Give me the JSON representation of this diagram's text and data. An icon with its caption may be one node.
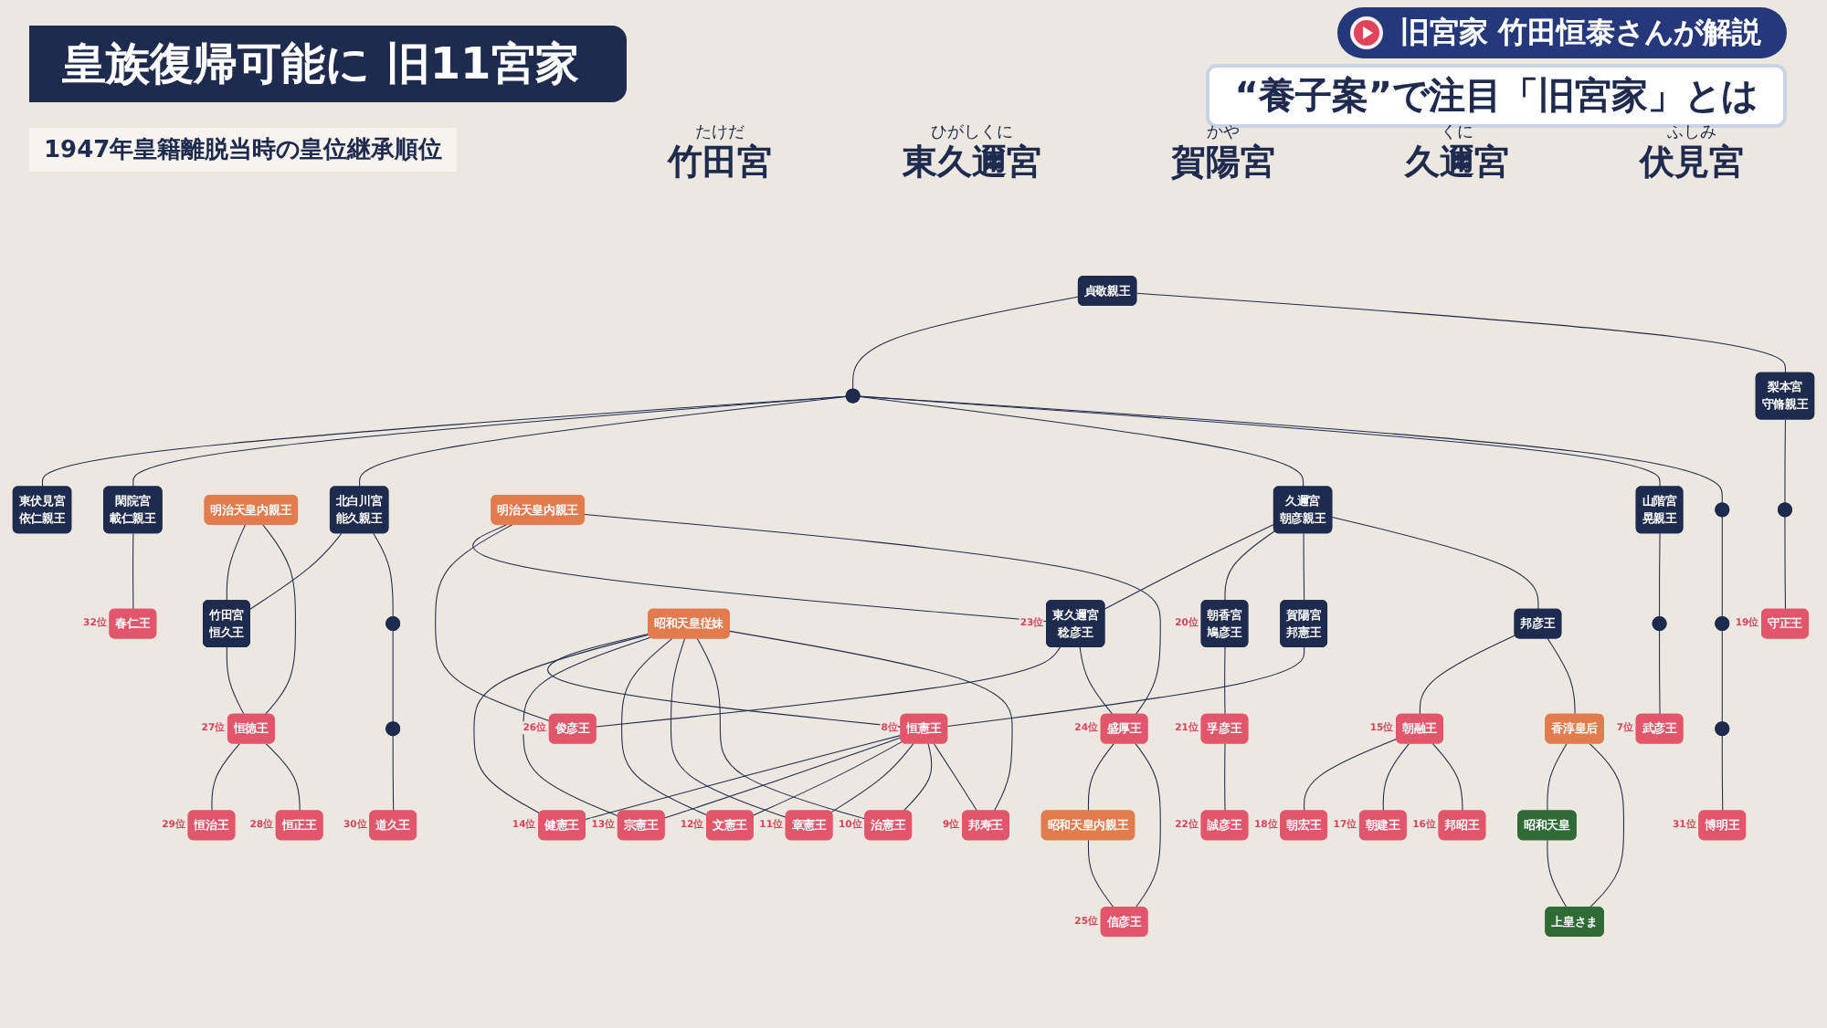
{
  "diagram": {
    "title": "皇族復帰可能に 旧11宮家",
    "nodes": [
      {
        "text": [
          "貞敬親王"
        ]
      },
      {
        "text": [],
        "shape": "circle"
      },
      {
        "text": [
          "梨本宮",
          "守脩親王"
        ]
      },
      {
        "text": [
          "東伏見宮",
          "依仁親王"
        ]
      },
      {
        "text": [
          "閑院宮",
          "載仁親王"
        ]
      },
      {
        "text": [
          "北白川宮",
          "能久親王"
        ]
      },
      {
        "text": [
          "久邇宮",
          "朝彦親王"
        ]
      },
      {
        "text": [
          "山階宮",
          "晃親王"
        ]
      },
      {
        "text": [],
        "shape": "circle"
      },
      {
        "text": [],
        "shape": "circle"
      },
      {
        "text": [
          "守正王"
        ],
        "beside": [
          "19位"
        ]
      },
      {
        "text": [],
        "shape": "circle"
      },
      {
        "text": [],
        "shape": "circle"
      },
      {
        "text": [
          "武彦王"
        ],
        "beside": [
          "7位"
        ]
      },
      {
        "text": [],
        "shape": "circle"
      },
      {
        "text": [
          "東久邇宮",
          "稔彦王"
        ],
        "beside": [
          "23位"
        ]
      },
      {
        "text": [
          "朝香宮",
          "鳩彦王"
        ],
        "beside": [
          "20位"
        ]
      },
      {
        "text": [
          "賀陽宮",
          "邦憲王"
        ]
      },
      {
        "text": [
          "邦彦王"
        ]
      },
      {
        "text": [
          "春仁王"
        ],
        "beside": [
          "32位"
        ]
      },
      {
        "text": [
          "明治天皇内親王"
        ]
      },
      {
        "text": [
          "竹田宮",
          "恒久王"
        ]
      },
      {
        "text": [],
        "shape": "circle"
      },
      {
        "text": [
          "明治天皇内親王"
        ]
      },
      {
        "text": [
          "博明王"
        ],
        "beside": [
          "31位"
        ]
      },
      {
        "text": [
          "恒徳王"
        ],
        "beside": [
          "27位"
        ]
      },
      {
        "text": [
          "俊彦王"
        ],
        "beside": [
          "26位"
        ]
      },
      {
        "text": [
          "盛厚王"
        ],
        "beside": [
          "24位"
        ]
      },
      {
        "text": [
          "昭和天皇内親王"
        ]
      },
      {
        "text": [
          "孚彦王"
        ],
        "beside": [
          "21位"
        ]
      },
      {
        "text": [
          "昭和天皇従妹"
        ]
      },
      {
        "text": [
          "恒憲王"
        ],
        "beside": [
          "8位"
        ]
      },
      {
        "text": [
          "朝融王"
        ],
        "beside": [
          "15位"
        ]
      },
      {
        "text": [
          "香淳皇后"
        ]
      },
      {
        "text": [
          "昭和天皇"
        ]
      },
      {
        "text": [],
        "shape": "circle"
      },
      {
        "text": [
          "恒治王"
        ],
        "beside": [
          "29位"
        ]
      },
      {
        "text": [
          "恒正王"
        ],
        "beside": [
          "28位"
        ]
      },
      {
        "text": [
          "道久王"
        ],
        "beside": [
          "30位"
        ]
      },
      {
        "text": [
          "信彦王"
        ],
        "beside": [
          "25位"
        ]
      },
      {
        "text": [
          "誠彦王"
        ],
        "beside": [
          "22位"
        ]
      },
      {
        "text": [
          "健憲王"
        ],
        "beside": [
          "14位"
        ]
      },
      {
        "text": [
          "宗憲王"
        ],
        "beside": [
          "13位"
        ]
      },
      {
        "text": [
          "文憲王"
        ],
        "beside": [
          "12位"
        ]
      },
      {
        "text": [
          "章憲王"
        ],
        "beside": [
          "11位"
        ]
      },
      {
        "text": [
          "治憲王"
        ],
        "beside": [
          "10位"
        ]
      },
      {
        "text": [
          "邦寿王"
        ],
        "beside": [
          "9位"
        ]
      },
      {
        "text": [
          "朝宏王"
        ],
        "beside": [
          "18位"
        ]
      },
      {
        "text": [
          "朝建王"
        ],
        "beside": [
          "17位"
        ]
      },
      {
        "text": [
          "邦昭王"
        ],
        "beside": [
          "16位"
        ]
      },
      {
        "text": [
          "上皇さま"
        ]
      }
    ],
    "edges": [
      {
        "from": 0,
        "to": 1,
        "arrow": "none"
      },
      {
        "from": 0,
        "to": 2,
        "arrow": "none"
      },
      {
        "from": 1,
        "to": 3,
        "arrow": "none"
      },
      {
        "from": 1,
        "to": 4,
        "arrow": "none"
      },
      {
        "from": 1,
        "to": 5,
        "arrow": "none"
      },
      {
        "from": 1,
        "to": 6,
        "arrow": "none"
      },
      {
        "from": 1,
        "to": 7,
        "arrow": "none"
      },
      {
        "from": 1,
        "to": 8,
        "arrow": "none"
      },
      {
        "from": 2,
        "to": 9,
        "arrow": "none"
      },
      {
        "from": 9,
        "to": 10,
        "arrow": "none"
      },
      {
        "from": 7,
        "to": 11,
        "arrow": "none"
      },
      {
        "from": 11,
        "to": 13,
        "arrow": "none"
      },
      {
        "from": 8,
        "to": 12,
        "arrow": "none"
      },
      {
        "from": 12,
        "to": 14,
        "arrow": "none"
      },
      {
        "from": 14,
        "to": 24,
        "arrow": "none"
      },
      {
        "from": 6,
        "to": 15,
        "arrow": "none"
      },
      {
        "from": 6,
        "to": 16,
        "arrow": "none"
      },
      {
        "from": 6,
        "to": 17,
        "arrow": "none"
      },
      {
        "from": 6,
        "to": 18,
        "arrow": "none"
      },
      {
        "from": 4,
        "to": 19,
        "arrow": "none"
      },
      {
        "from": 5,
        "to": 21,
        "arrow": "none"
      },
      {
        "from": 5,
        "to": 22,
        "arrow": "none"
      },
      {
        "from": 22,
        "to": 35,
        "arrow": "none"
      },
      {
        "from": 35,
        "to": 38,
        "arrow": "none"
      },
      {
        "from": 20,
        "to": 21,
        "arrow": "none"
      },
      {
        "from": 20,
        "to": 25,
        "arrow": "none"
      },
      {
        "from": 21,
        "to": 25,
        "arrow": "none"
      },
      {
        "from": 25,
        "to": 36,
        "arrow": "none"
      },
      {
        "from": 25,
        "to": 37,
        "arrow": "none"
      },
      {
        "from": 23,
        "to": 15,
        "arrow": "none"
      },
      {
        "from": 23,
        "to": 26,
        "arrow": "none"
      },
      {
        "from": 15,
        "to": 26,
        "arrow": "none"
      },
      {
        "from": 23,
        "to": 27,
        "arrow": "none"
      },
      {
        "from": 15,
        "to": 27,
        "arrow": "none"
      },
      {
        "from": 27,
        "to": 28,
        "arrow": "none"
      },
      {
        "from": 27,
        "to": 39,
        "arrow": "none"
      },
      {
        "from": 28,
        "to": 39,
        "arrow": "none"
      },
      {
        "from": 16,
        "to": 29,
        "arrow": "none"
      },
      {
        "from": 29,
        "to": 40,
        "arrow": "none"
      },
      {
        "from": 17,
        "to": 31,
        "arrow": "none"
      },
      {
        "from": 30,
        "to": 31,
        "arrow": "none"
      },
      {
        "from": 30,
        "to": 41,
        "arrow": "none"
      },
      {
        "from": 31,
        "to": 41,
        "arrow": "none"
      },
      {
        "from": 30,
        "to": 42,
        "arrow": "none"
      },
      {
        "from": 31,
        "to": 42,
        "arrow": "none"
      },
      {
        "from": 30,
        "to": 43,
        "arrow": "none"
      },
      {
        "from": 31,
        "to": 43,
        "arrow": "none"
      },
      {
        "from": 30,
        "to": 44,
        "arrow": "none"
      },
      {
        "from": 31,
        "to": 44,
        "arrow": "none"
      },
      {
        "from": 30,
        "to": 45,
        "arrow": "none"
      },
      {
        "from": 31,
        "to": 45,
        "arrow": "none"
      },
      {
        "from": 30,
        "to": 46,
        "arrow": "none"
      },
      {
        "from": 31,
        "to": 46,
        "arrow": "none"
      },
      {
        "from": 18,
        "to": 32,
        "arrow": "none"
      },
      {
        "from": 18,
        "to": 33,
        "arrow": "none"
      },
      {
        "from": 32,
        "to": 47,
        "arrow": "none"
      },
      {
        "from": 32,
        "to": 48,
        "arrow": "none"
      },
      {
        "from": 32,
        "to": 49,
        "arrow": "none"
      },
      {
        "from": 33,
        "to": 34,
        "arrow": "none"
      },
      {
        "from": 33,
        "to": 50,
        "arrow": "none"
      },
      {
        "from": 34,
        "to": 50,
        "arrow": "none"
      }
    ],
    "labels": [
      "旧宮家 竹田恒泰さんが解説",
      "“養子案”で注目「旧宮家」とは",
      "1947年皇籍離脱当時の皇位継承順位",
      "たけだ",
      "竹田宮",
      "ひがしくに",
      "東久邇宮",
      "かや",
      "賀陽宮",
      "くに",
      "久邇宮",
      "ふしみ",
      "伏見宮"
    ]
  }
}
